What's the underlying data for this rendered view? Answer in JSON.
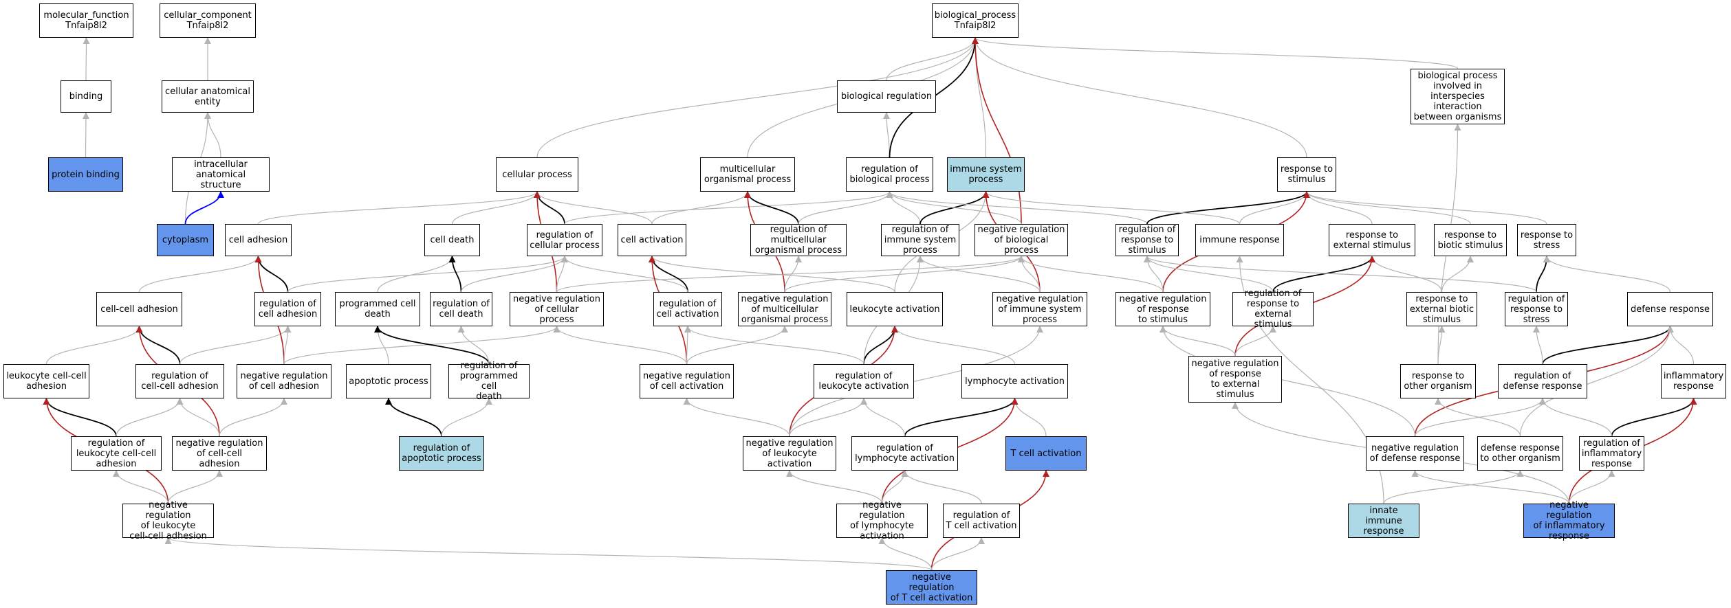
{
  "colors": {
    "background": "#ffffff",
    "node_border": "#000000",
    "selected_fill": "#6495ed",
    "secondary_fill": "#add8e6",
    "edge_is_a": "#b3b3b3",
    "edge_part_of": "#000000",
    "edge_negatively_regulates": "#b22222",
    "edge_part_of_cellular": "#0000ff"
  },
  "nodes": {
    "molecular_function": {
      "label": "molecular_function\nTnfaip8l2",
      "style": "plain"
    },
    "cellular_component": {
      "label": "cellular_component\nTnfaip8l2",
      "style": "plain"
    },
    "biological_process": {
      "label": "biological_process\nTnfaip8l2",
      "style": "plain"
    },
    "binding": {
      "label": "binding",
      "style": "plain"
    },
    "cellular_anatomical_entity": {
      "label": "cellular anatomical\nentity",
      "style": "plain"
    },
    "biological_regulation": {
      "label": "biological regulation",
      "style": "plain"
    },
    "bp_interspecies": {
      "label": "biological process\ninvolved in\ninterspecies\ninteraction\nbetween organisms",
      "style": "plain"
    },
    "protein_binding": {
      "label": "protein binding",
      "style": "selected"
    },
    "intracellular_structure": {
      "label": "intracellular\nanatomical structure",
      "style": "plain"
    },
    "cellular_process": {
      "label": "cellular process",
      "style": "plain"
    },
    "multicellular_organismal_process": {
      "label": "multicellular\norganismal process",
      "style": "plain"
    },
    "regulation_of_biological_process": {
      "label": "regulation of\nbiological process",
      "style": "plain"
    },
    "immune_system_process": {
      "label": "immune system\nprocess",
      "style": "secondary"
    },
    "response_to_stimulus": {
      "label": "response to\nstimulus",
      "style": "plain"
    },
    "cytoplasm": {
      "label": "cytoplasm",
      "style": "selected"
    },
    "cell_adhesion": {
      "label": "cell adhesion",
      "style": "plain"
    },
    "cell_death": {
      "label": "cell death",
      "style": "plain"
    },
    "reg_cellular_process": {
      "label": "regulation of\ncellular process",
      "style": "plain"
    },
    "cell_activation": {
      "label": "cell activation",
      "style": "plain"
    },
    "reg_multicellular": {
      "label": "regulation of\nmulticellular\norganismal process",
      "style": "plain"
    },
    "reg_immune_system_process": {
      "label": "regulation of\nimmune system\nprocess",
      "style": "plain"
    },
    "neg_reg_biological_process": {
      "label": "negative regulation\nof biological\nprocess",
      "style": "plain"
    },
    "reg_response_to_stimulus": {
      "label": "regulation of\nresponse to\nstimulus",
      "style": "plain"
    },
    "immune_response": {
      "label": "immune response",
      "style": "plain"
    },
    "response_external_stimulus": {
      "label": "response to\nexternal stimulus",
      "style": "plain"
    },
    "response_biotic_stimulus": {
      "label": "response to\nbiotic stimulus",
      "style": "plain"
    },
    "response_to_stress": {
      "label": "response to\nstress",
      "style": "plain"
    },
    "cell_cell_adhesion": {
      "label": "cell-cell adhesion",
      "style": "plain"
    },
    "reg_cell_adhesion": {
      "label": "regulation of\ncell adhesion",
      "style": "plain"
    },
    "programmed_cell_death": {
      "label": "programmed cell\ndeath",
      "style": "plain"
    },
    "reg_cell_death": {
      "label": "regulation of\ncell death",
      "style": "plain"
    },
    "neg_reg_cellular_process": {
      "label": "negative regulation\nof cellular\nprocess",
      "style": "plain"
    },
    "reg_cell_activation": {
      "label": "regulation of\ncell activation",
      "style": "plain"
    },
    "neg_reg_multicellular": {
      "label": "negative regulation\nof multicellular\norganismal process",
      "style": "plain"
    },
    "leukocyte_activation": {
      "label": "leukocyte activation",
      "style": "plain"
    },
    "neg_reg_immune_system_process": {
      "label": "negative regulation\nof immune system\nprocess",
      "style": "plain"
    },
    "neg_reg_response_to_stimulus": {
      "label": "negative regulation\nof response\nto stimulus",
      "style": "plain"
    },
    "reg_response_external_stimulus": {
      "label": "regulation of\nresponse to\nexternal stimulus",
      "style": "plain"
    },
    "response_external_biotic_stimulus": {
      "label": "response to\nexternal biotic\nstimulus",
      "style": "plain"
    },
    "reg_response_to_stress": {
      "label": "regulation of\nresponse to\nstress",
      "style": "plain"
    },
    "defense_response": {
      "label": "defense response",
      "style": "plain"
    },
    "leukocyte_cell_cell_adhesion": {
      "label": "leukocyte cell-cell\nadhesion",
      "style": "plain"
    },
    "reg_cell_cell_adhesion": {
      "label": "regulation of\ncell-cell adhesion",
      "style": "plain"
    },
    "neg_reg_cell_adhesion": {
      "label": "negative regulation\nof cell adhesion",
      "style": "plain"
    },
    "apoptotic_process": {
      "label": "apoptotic process",
      "style": "plain"
    },
    "reg_programmed_cell_death": {
      "label": "regulation of\nprogrammed cell\ndeath",
      "style": "plain"
    },
    "neg_reg_cell_activation": {
      "label": "negative regulation\nof cell activation",
      "style": "plain"
    },
    "reg_leukocyte_activation": {
      "label": "regulation of\nleukocyte activation",
      "style": "plain"
    },
    "lymphocyte_activation": {
      "label": "lymphocyte activation",
      "style": "plain"
    },
    "neg_reg_response_external_stimulus": {
      "label": "negative regulation\nof response\nto external\nstimulus",
      "style": "plain"
    },
    "response_to_other_organism": {
      "label": "response to\nother organism",
      "style": "plain"
    },
    "reg_defense_response": {
      "label": "regulation of\ndefense response",
      "style": "plain"
    },
    "inflammatory_response": {
      "label": "inflammatory\nresponse",
      "style": "plain"
    },
    "reg_leukocyte_cell_cell_adhesion": {
      "label": "regulation of\nleukocyte cell-cell\nadhesion",
      "style": "plain"
    },
    "neg_reg_cell_cell_adhesion": {
      "label": "negative regulation\nof cell-cell\nadhesion",
      "style": "plain"
    },
    "reg_apoptotic_process": {
      "label": "regulation of\napoptotic process",
      "style": "secondary"
    },
    "neg_reg_leukocyte_activation": {
      "label": "negative regulation\nof leukocyte\nactivation",
      "style": "plain"
    },
    "reg_lymphocyte_activation": {
      "label": "regulation of\nlymphocyte activation",
      "style": "plain"
    },
    "t_cell_activation": {
      "label": "T cell activation",
      "style": "selected"
    },
    "neg_reg_defense_response": {
      "label": "negative regulation\nof defense response",
      "style": "plain"
    },
    "defense_response_other_organism": {
      "label": "defense response\nto other organism",
      "style": "plain"
    },
    "reg_inflammatory_response": {
      "label": "regulation of\ninflammatory\nresponse",
      "style": "plain"
    },
    "neg_reg_leukocyte_cell_cell_adhesion": {
      "label": "negative regulation\nof leukocyte\ncell-cell adhesion",
      "style": "plain"
    },
    "neg_reg_lymphocyte_activation": {
      "label": "negative regulation\nof lymphocyte\nactivation",
      "style": "plain"
    },
    "reg_t_cell_activation": {
      "label": "regulation of\nT cell activation",
      "style": "plain"
    },
    "innate_immune_response": {
      "label": "innate immune\nresponse",
      "style": "secondary"
    },
    "neg_reg_inflammatory_response": {
      "label": "negative regulation\nof inflammatory\nresponse",
      "style": "selected"
    },
    "neg_reg_t_cell_activation": {
      "label": "negative regulation\nof T cell activation",
      "style": "selected"
    }
  },
  "edges": [
    [
      "binding",
      "molecular_function",
      "is_a"
    ],
    [
      "protein_binding",
      "binding",
      "is_a"
    ],
    [
      "cellular_anatomical_entity",
      "cellular_component",
      "is_a"
    ],
    [
      "intracellular_structure",
      "cellular_anatomical_entity",
      "is_a"
    ],
    [
      "cytoplasm",
      "cellular_anatomical_entity",
      "is_a"
    ],
    [
      "cytoplasm",
      "intracellular_structure",
      "part_of_cc"
    ],
    [
      "biological_regulation",
      "biological_process",
      "is_a"
    ],
    [
      "bp_interspecies",
      "biological_process",
      "is_a"
    ],
    [
      "cellular_process",
      "biological_process",
      "is_a"
    ],
    [
      "multicellular_organismal_process",
      "biological_process",
      "is_a"
    ],
    [
      "regulation_of_biological_process",
      "biological_regulation",
      "is_a"
    ],
    [
      "regulation_of_biological_process",
      "biological_process",
      "regulates"
    ],
    [
      "immune_system_process",
      "biological_process",
      "is_a"
    ],
    [
      "response_to_stimulus",
      "biological_process",
      "is_a"
    ],
    [
      "neg_reg_biological_process",
      "biological_process",
      "negreg"
    ],
    [
      "cell_adhesion",
      "cellular_process",
      "is_a"
    ],
    [
      "cell_death",
      "cellular_process",
      "is_a"
    ],
    [
      "reg_cellular_process",
      "cellular_process",
      "regulates"
    ],
    [
      "reg_cellular_process",
      "regulation_of_biological_process",
      "is_a"
    ],
    [
      "cell_activation",
      "cellular_process",
      "is_a"
    ],
    [
      "cell_activation",
      "multicellular_organismal_process",
      "is_a"
    ],
    [
      "reg_multicellular",
      "multicellular_organismal_process",
      "regulates"
    ],
    [
      "reg_multicellular",
      "regulation_of_biological_process",
      "is_a"
    ],
    [
      "reg_immune_system_process",
      "regulation_of_biological_process",
      "is_a"
    ],
    [
      "reg_immune_system_process",
      "immune_system_process",
      "regulates"
    ],
    [
      "neg_reg_biological_process",
      "regulation_of_biological_process",
      "is_a"
    ],
    [
      "reg_response_to_stimulus",
      "regulation_of_biological_process",
      "is_a"
    ],
    [
      "reg_response_to_stimulus",
      "response_to_stimulus",
      "regulates"
    ],
    [
      "immune_response",
      "immune_system_process",
      "is_a"
    ],
    [
      "immune_response",
      "response_to_stimulus",
      "is_a"
    ],
    [
      "response_external_stimulus",
      "response_to_stimulus",
      "is_a"
    ],
    [
      "response_biotic_stimulus",
      "response_to_stimulus",
      "is_a"
    ],
    [
      "response_to_stress",
      "response_to_stimulus",
      "is_a"
    ],
    [
      "cell_cell_adhesion",
      "cell_adhesion",
      "is_a"
    ],
    [
      "reg_cell_adhesion",
      "cell_adhesion",
      "regulates"
    ],
    [
      "reg_cell_adhesion",
      "reg_cellular_process",
      "is_a"
    ],
    [
      "programmed_cell_death",
      "cell_death",
      "is_a"
    ],
    [
      "reg_cell_death",
      "cell_death",
      "regulates"
    ],
    [
      "reg_cell_death",
      "reg_cellular_process",
      "is_a"
    ],
    [
      "neg_reg_cellular_process",
      "cellular_process",
      "negreg"
    ],
    [
      "neg_reg_cellular_process",
      "reg_cellular_process",
      "is_a"
    ],
    [
      "neg_reg_cellular_process",
      "neg_reg_biological_process",
      "is_a"
    ],
    [
      "reg_cell_activation",
      "cell_activation",
      "regulates"
    ],
    [
      "reg_cell_activation",
      "reg_cellular_process",
      "is_a"
    ],
    [
      "neg_reg_multicellular",
      "multicellular_organismal_process",
      "negreg"
    ],
    [
      "neg_reg_multicellular",
      "reg_multicellular",
      "is_a"
    ],
    [
      "neg_reg_multicellular",
      "neg_reg_biological_process",
      "is_a"
    ],
    [
      "leukocyte_activation",
      "cell_activation",
      "is_a"
    ],
    [
      "leukocyte_activation",
      "immune_system_process",
      "is_a"
    ],
    [
      "neg_reg_immune_system_process",
      "immune_system_process",
      "negreg"
    ],
    [
      "neg_reg_immune_system_process",
      "reg_immune_system_process",
      "is_a"
    ],
    [
      "neg_reg_immune_system_process",
      "neg_reg_biological_process",
      "is_a"
    ],
    [
      "neg_reg_response_to_stimulus",
      "response_to_stimulus",
      "negreg"
    ],
    [
      "neg_reg_response_to_stimulus",
      "reg_response_to_stimulus",
      "is_a"
    ],
    [
      "neg_reg_response_to_stimulus",
      "neg_reg_biological_process",
      "is_a"
    ],
    [
      "reg_response_external_stimulus",
      "response_external_stimulus",
      "regulates"
    ],
    [
      "reg_response_external_stimulus",
      "reg_response_to_stimulus",
      "is_a"
    ],
    [
      "response_external_biotic_stimulus",
      "response_external_stimulus",
      "is_a"
    ],
    [
      "response_external_biotic_stimulus",
      "response_biotic_stimulus",
      "is_a"
    ],
    [
      "reg_response_to_stress",
      "response_to_stress",
      "regulates"
    ],
    [
      "reg_response_to_stress",
      "reg_response_to_stimulus",
      "is_a"
    ],
    [
      "defense_response",
      "response_to_stress",
      "is_a"
    ],
    [
      "leukocyte_cell_cell_adhesion",
      "cell_cell_adhesion",
      "is_a"
    ],
    [
      "reg_cell_cell_adhesion",
      "cell_cell_adhesion",
      "regulates"
    ],
    [
      "reg_cell_cell_adhesion",
      "reg_cell_adhesion",
      "is_a"
    ],
    [
      "neg_reg_cell_adhesion",
      "cell_adhesion",
      "negreg"
    ],
    [
      "neg_reg_cell_adhesion",
      "reg_cell_adhesion",
      "is_a"
    ],
    [
      "neg_reg_cell_adhesion",
      "neg_reg_cellular_process",
      "is_a"
    ],
    [
      "apoptotic_process",
      "programmed_cell_death",
      "is_a"
    ],
    [
      "reg_programmed_cell_death",
      "programmed_cell_death",
      "regulates"
    ],
    [
      "reg_programmed_cell_death",
      "reg_cell_death",
      "is_a"
    ],
    [
      "neg_reg_cell_activation",
      "cell_activation",
      "negreg"
    ],
    [
      "neg_reg_cell_activation",
      "reg_cell_activation",
      "is_a"
    ],
    [
      "neg_reg_cell_activation",
      "neg_reg_cellular_process",
      "is_a"
    ],
    [
      "neg_reg_cell_activation",
      "neg_reg_multicellular",
      "is_a"
    ],
    [
      "reg_leukocyte_activation",
      "leukocyte_activation",
      "regulates"
    ],
    [
      "reg_leukocyte_activation",
      "reg_cell_activation",
      "is_a"
    ],
    [
      "reg_leukocyte_activation",
      "reg_immune_system_process",
      "is_a"
    ],
    [
      "lymphocyte_activation",
      "leukocyte_activation",
      "is_a"
    ],
    [
      "neg_reg_response_external_stimulus",
      "response_external_stimulus",
      "negreg"
    ],
    [
      "neg_reg_response_external_stimulus",
      "reg_response_external_stimulus",
      "is_a"
    ],
    [
      "neg_reg_response_external_stimulus",
      "neg_reg_response_to_stimulus",
      "is_a"
    ],
    [
      "response_to_other_organism",
      "response_external_biotic_stimulus",
      "is_a"
    ],
    [
      "response_to_other_organism",
      "bp_interspecies",
      "is_a"
    ],
    [
      "reg_defense_response",
      "defense_response",
      "regulates"
    ],
    [
      "reg_defense_response",
      "reg_response_to_stress",
      "is_a"
    ],
    [
      "inflammatory_response",
      "defense_response",
      "is_a"
    ],
    [
      "reg_leukocyte_cell_cell_adhesion",
      "leukocyte_cell_cell_adhesion",
      "regulates"
    ],
    [
      "reg_leukocyte_cell_cell_adhesion",
      "reg_cell_cell_adhesion",
      "is_a"
    ],
    [
      "neg_reg_cell_cell_adhesion",
      "cell_cell_adhesion",
      "negreg"
    ],
    [
      "neg_reg_cell_cell_adhesion",
      "reg_cell_cell_adhesion",
      "is_a"
    ],
    [
      "neg_reg_cell_cell_adhesion",
      "neg_reg_cell_adhesion",
      "is_a"
    ],
    [
      "reg_apoptotic_process",
      "apoptotic_process",
      "regulates"
    ],
    [
      "reg_apoptotic_process",
      "reg_programmed_cell_death",
      "is_a"
    ],
    [
      "neg_reg_leukocyte_activation",
      "leukocyte_activation",
      "negreg"
    ],
    [
      "neg_reg_leukocyte_activation",
      "reg_leukocyte_activation",
      "is_a"
    ],
    [
      "neg_reg_leukocyte_activation",
      "neg_reg_cell_activation",
      "is_a"
    ],
    [
      "neg_reg_leukocyte_activation",
      "neg_reg_immune_system_process",
      "is_a"
    ],
    [
      "reg_lymphocyte_activation",
      "lymphocyte_activation",
      "regulates"
    ],
    [
      "reg_lymphocyte_activation",
      "reg_leukocyte_activation",
      "is_a"
    ],
    [
      "t_cell_activation",
      "lymphocyte_activation",
      "is_a"
    ],
    [
      "neg_reg_defense_response",
      "defense_response",
      "negreg"
    ],
    [
      "neg_reg_defense_response",
      "reg_defense_response",
      "is_a"
    ],
    [
      "neg_reg_defense_response",
      "neg_reg_response_to_stimulus",
      "is_a"
    ],
    [
      "defense_response_other_organism",
      "response_to_other_organism",
      "is_a"
    ],
    [
      "defense_response_other_organism",
      "defense_response",
      "is_a"
    ],
    [
      "reg_inflammatory_response",
      "inflammatory_response",
      "regulates"
    ],
    [
      "reg_inflammatory_response",
      "reg_defense_response",
      "is_a"
    ],
    [
      "neg_reg_leukocyte_cell_cell_adhesion",
      "leukocyte_cell_cell_adhesion",
      "negreg"
    ],
    [
      "neg_reg_leukocyte_cell_cell_adhesion",
      "reg_leukocyte_cell_cell_adhesion",
      "is_a"
    ],
    [
      "neg_reg_leukocyte_cell_cell_adhesion",
      "neg_reg_cell_cell_adhesion",
      "is_a"
    ],
    [
      "neg_reg_lymphocyte_activation",
      "lymphocyte_activation",
      "negreg"
    ],
    [
      "neg_reg_lymphocyte_activation",
      "reg_lymphocyte_activation",
      "is_a"
    ],
    [
      "neg_reg_lymphocyte_activation",
      "neg_reg_leukocyte_activation",
      "is_a"
    ],
    [
      "reg_t_cell_activation",
      "reg_lymphocyte_activation",
      "is_a"
    ],
    [
      "innate_immune_response",
      "immune_response",
      "is_a"
    ],
    [
      "innate_immune_response",
      "defense_response_other_organism",
      "is_a"
    ],
    [
      "neg_reg_inflammatory_response",
      "inflammatory_response",
      "negreg"
    ],
    [
      "neg_reg_inflammatory_response",
      "reg_inflammatory_response",
      "is_a"
    ],
    [
      "neg_reg_inflammatory_response",
      "neg_reg_defense_response",
      "is_a"
    ],
    [
      "neg_reg_inflammatory_response",
      "neg_reg_response_external_stimulus",
      "is_a"
    ],
    [
      "neg_reg_t_cell_activation",
      "t_cell_activation",
      "negreg"
    ],
    [
      "neg_reg_t_cell_activation",
      "reg_t_cell_activation",
      "is_a"
    ],
    [
      "neg_reg_t_cell_activation",
      "neg_reg_lymphocyte_activation",
      "is_a"
    ],
    [
      "neg_reg_t_cell_activation",
      "neg_reg_leukocyte_cell_cell_adhesion",
      "is_a"
    ]
  ]
}
